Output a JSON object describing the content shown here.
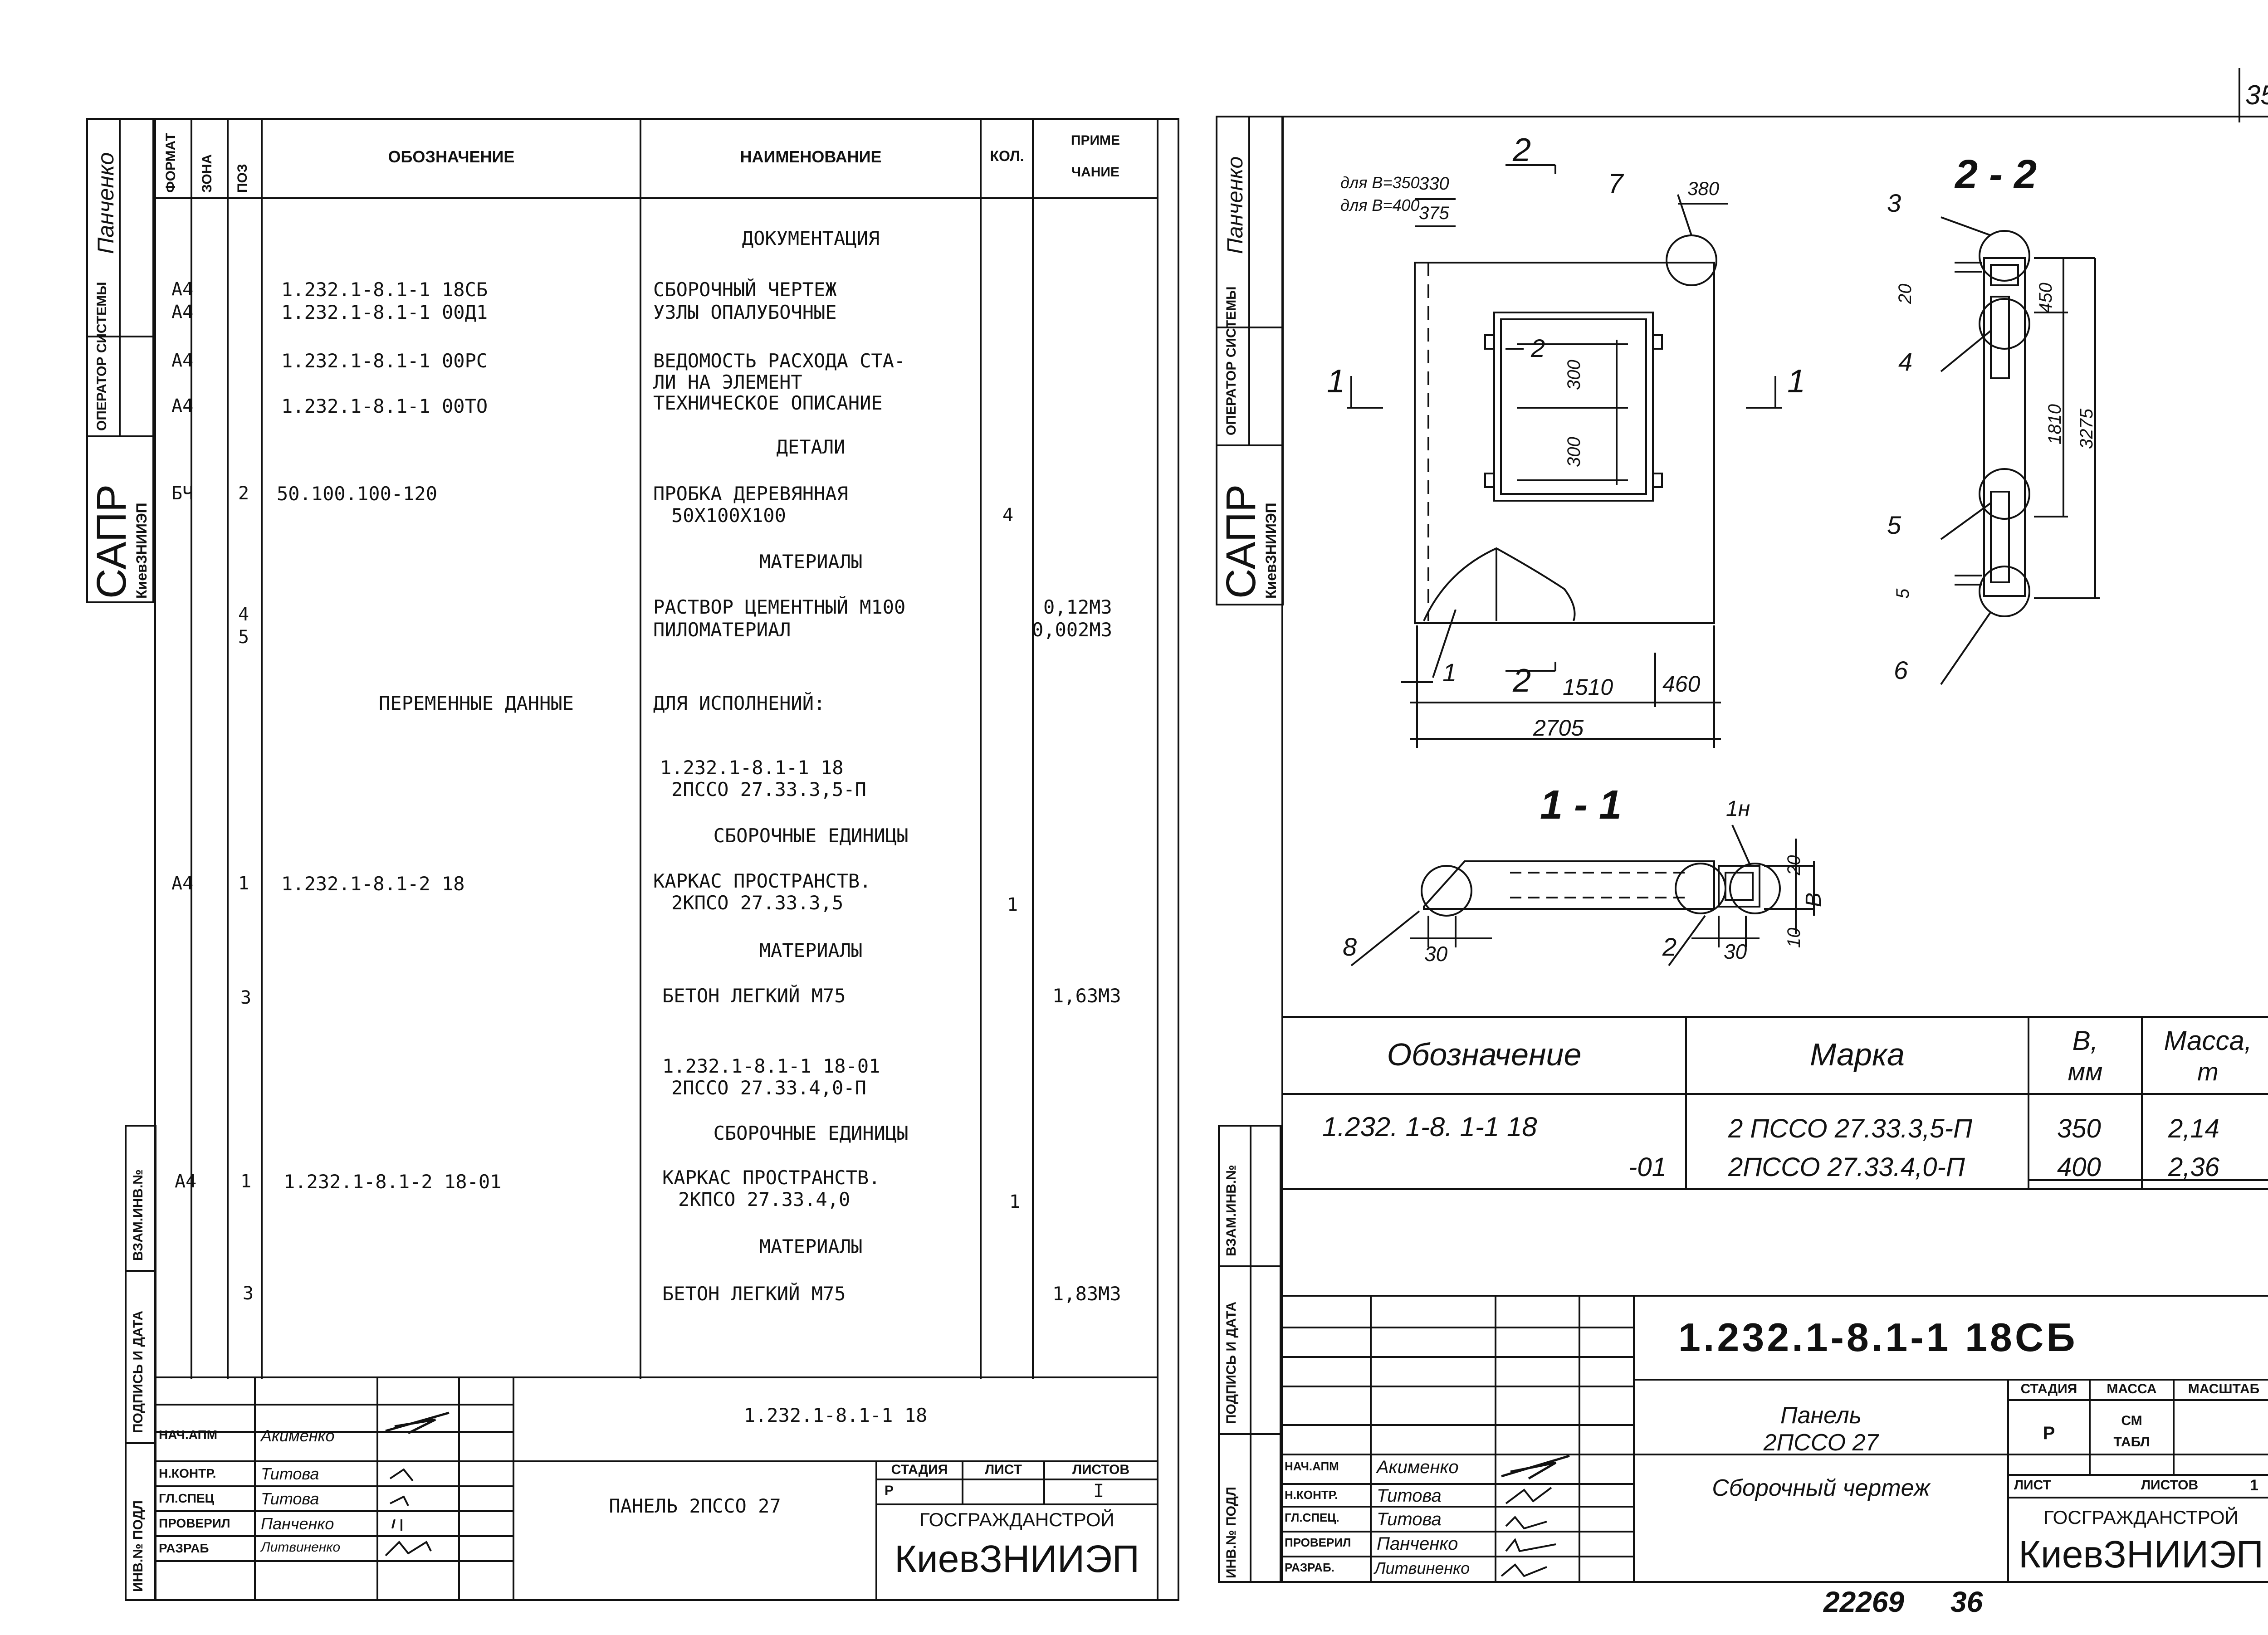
{
  "page_corner": "35",
  "bottom_stamp": {
    "archive": "22269",
    "page": "36"
  },
  "left_sheet": {
    "side_strip": {
      "top_signature": "Панченко",
      "operator_label": "ОПЕРАТОР СИСТЕМЫ",
      "sapr": "САПР",
      "org": "КиевЗНИИЭП",
      "vzam": "ВЗАМ.ИНВ.№",
      "podpis": "ПОДПИСЬ И ДАТА",
      "inv": "ИНВ.№ ПОДЛ"
    },
    "header": {
      "format": "ФОРМАТ",
      "zona": "ЗОНА",
      "poz": "ПОЗ",
      "oboznachenie": "ОБОЗНАЧЕНИЕ",
      "naimenovanie": "НАИМЕНОВАНИЕ",
      "kol": "КОЛ.",
      "prim1": "ПРИМЕ",
      "prim2": "ЧАНИЕ"
    },
    "rows": {
      "sec_doc": "ДОКУМЕНТАЦИЯ",
      "r1_fmt": "А4",
      "r1_des": "1.232.1-8.1-1 18СБ",
      "r1_name": "СБОРОЧНЫЙ ЧЕРТЕЖ",
      "r2_fmt": "А4",
      "r2_des": "1.232.1-8.1-1 00Д1",
      "r2_name": "УЗЛЫ ОПАЛУБОЧНЫЕ",
      "r3_fmt": "А4",
      "r3_des": "1.232.1-8.1-1 00РС",
      "r3_name1": "ВЕДОМОСТЬ РАСХОДА СТА-",
      "r3_name2": "ЛИ НА ЭЛЕМЕНТ",
      "r4_fmt": "А4",
      "r4_des": "1.232.1-8.1-1 00ТО",
      "r4_name": "ТЕХНИЧЕСКОЕ ОПИСАНИЕ",
      "sec_det": "ДЕТАЛИ",
      "r5_fmt": "БЧ",
      "r5_poz": "2",
      "r5_des": "50.100.100-120",
      "r5_name1": "ПРОБКА ДЕРЕВЯННАЯ",
      "r5_name2": "50Х100Х100",
      "r5_kol": "4",
      "sec_mat1": "МАТЕРИАЛЫ",
      "r6_poz": "4",
      "r6_name": "РАСТВОР ЦЕМЕНТНЫЙ М100",
      "r6_prim": "0,12М3",
      "r7_poz": "5",
      "r7_name": "ПИЛОМАТЕРИАЛ",
      "r7_prim": "0,002М3",
      "var_left": "ПЕРЕМЕННЫЕ ДАННЫЕ",
      "var_right": "ДЛЯ ИСПОЛНЕНИЙ:",
      "v1_des": "1.232.1-8.1-1 18",
      "v1_mark": "2ПССО 27.33.3,5-П",
      "sec_se1": "СБОРОЧНЫЕ ЕДИНИЦЫ",
      "r8_fmt": "А4",
      "r8_poz": "1",
      "r8_des": "1.232.1-8.1-2 18",
      "r8_name1": "КАРКАС ПРОСТРАНСТВ.",
      "r8_name2": "2КПСО 27.33.3,5",
      "r8_kol": "1",
      "sec_mat2": "МАТЕРИАЛЫ",
      "r9_poz": "3",
      "r9_name": "БЕТОН ЛЕГКИЙ М75",
      "r9_prim": "1,63М3",
      "v2_des": "1.232.1-8.1-1 18-01",
      "v2_mark": "2ПССО 27.33.4,0-П",
      "sec_se2": "СБОРОЧНЫЕ ЕДИНИЦЫ",
      "r10_fmt": "А4",
      "r10_poz": "1",
      "r10_des": "1.232.1-8.1-2 18-01",
      "r10_name1": "КАРКАС ПРОСТРАНСТВ.",
      "r10_name2": "2КПСО 27.33.4,0",
      "r10_kol": "1",
      "sec_mat3": "МАТЕРИАЛЫ",
      "r11_poz": "3",
      "r11_name": "БЕТОН ЛЕГКИЙ М75",
      "r11_prim": "1,83М3"
    },
    "title_block": {
      "designation": "1.232.1-8.1-1 18",
      "name": "ПАНЕЛЬ 2ПССО 27",
      "stadia": "СТАДИЯ",
      "list": "ЛИСТ",
      "listov": "ЛИСТОВ",
      "stadia_val": "Р",
      "listov_val": "I",
      "org": "ГОСГРАЖДАНСТРОЙ",
      "org2": "КиевЗНИИЭП",
      "roles": [
        "НАЧ.АПМ",
        "Н.КОНТР.",
        "ГЛ.СПЕЦ",
        "ПРОВЕРИЛ",
        "РАЗРАБ"
      ],
      "names": [
        "Акименко",
        "Титова",
        "Титова",
        "Панченко",
        "Литвиненко"
      ]
    }
  },
  "right_sheet": {
    "side_strip": {
      "top_signature": "Панченко",
      "operator_label": "ОПЕРАТОР СИСТЕМЫ",
      "sapr": "САПР",
      "org": "КиевЗНИИЭП",
      "vzam": "ВЗАМ.ИНВ.№",
      "podpis": "ПОДПИСЬ И ДАТА",
      "inv": "ИНВ.№ ПОДЛ"
    },
    "drawing": {
      "note1": "для В=350",
      "note1_val": "330",
      "note2": "для В=400",
      "note2_val": "375",
      "sec2_top": "2",
      "sec1_left": "1",
      "sec1_right": "1",
      "sec2_bot": "2",
      "dim_380": "380",
      "dim_300a": "300",
      "dim_300b": "300",
      "dim_1510": "1510",
      "dim_460": "460",
      "dim_2705": "2705",
      "ref_7": "7",
      "ref_2": "2",
      "ref_1": "1",
      "sec22_title": "2 - 2",
      "s22_3": "3",
      "s22_4": "4",
      "s22_5": "5",
      "s22_5b": "5",
      "s22_6": "6",
      "s22_20": "20",
      "s22_450": "450",
      "s22_1810": "1810",
      "s22_3275": "3275",
      "sec11_title": "1 - 1",
      "s11_1h": "1н",
      "s11_20": "20",
      "s11_10": "10",
      "s11_b": "В",
      "s11_8": "8",
      "s11_30a": "30",
      "s11_2": "2",
      "s11_30b": "30"
    },
    "marks_table": {
      "h_oboz": "Обозначение",
      "h_marka": "Марка",
      "h_b1": "В,",
      "h_b2": "мм",
      "h_m1": "Масса,",
      "h_m2": "т",
      "r1_oboz": "1.232. 1-8. 1-1 18",
      "r1_marka": "2 ПССО 27.33.3,5-П",
      "r1_b": "350",
      "r1_m": "2,14",
      "r2_oboz": "-01",
      "r2_marka": "2ПССО 27.33.4,0-П",
      "r2_b": "400",
      "r2_m": "2,36"
    },
    "title_block": {
      "designation": "1.232.1-8.1-1 18СБ",
      "name1": "Панель",
      "name2": "2ПССО 27",
      "name3": "Сборочный чертеж",
      "stadia": "СТАДИЯ",
      "massa": "МАССА",
      "masshtab": "МАСШТАБ",
      "stadia_val": "Р",
      "massa_val1": "СМ",
      "massa_val2": "ТАБЛ",
      "list": "ЛИСТ",
      "listov": "ЛИСТОВ",
      "listov_val": "1",
      "org": "ГОСГРАЖДАНСТРОЙ",
      "org2": "КиевЗНИИЭП",
      "roles": [
        "НАЧ.АПМ",
        "Н.КОНТР.",
        "ГЛ.СПЕЦ.",
        "ПРОВЕРИЛ",
        "РАЗРАБ."
      ],
      "names": [
        "Акименко",
        "Титова",
        "Титова",
        "Панченко",
        "Литвиненко"
      ]
    }
  }
}
